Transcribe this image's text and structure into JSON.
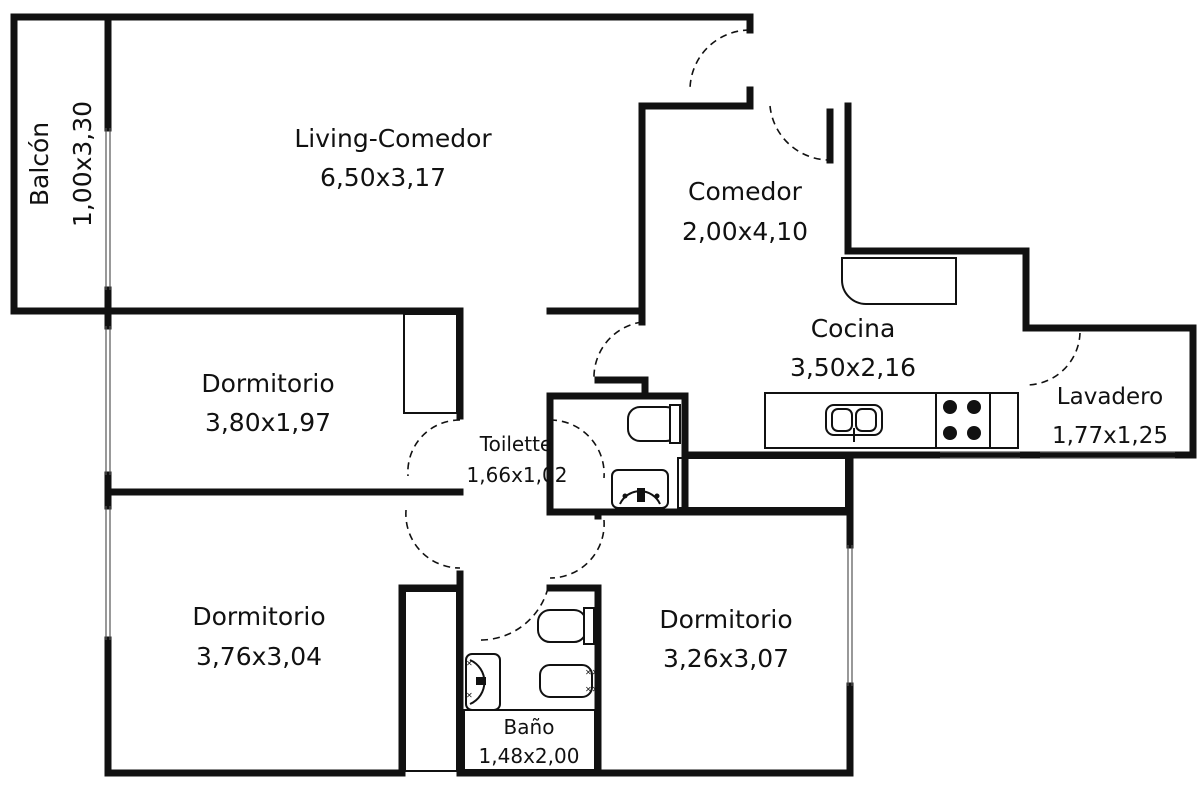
{
  "rooms": {
    "balcon": {
      "name": "Balcón",
      "size": "1,00x3,30"
    },
    "living": {
      "name": "Living-Comedor",
      "size": "6,50x3,17"
    },
    "comedor": {
      "name": "Comedor",
      "size": "2,00x4,10"
    },
    "cocina": {
      "name": "Cocina",
      "size": "3,50x2,16"
    },
    "lavadero": {
      "name": "Lavadero",
      "size": "1,77x1,25"
    },
    "dormitorio_1": {
      "name": "Dormitorio",
      "size": "3,80x1,97"
    },
    "toilette": {
      "name": "Toilette",
      "size": "1,66x1,02"
    },
    "dormitorio_2": {
      "name": "Dormitorio",
      "size": "3,76x3,04"
    },
    "dormitorio_3": {
      "name": "Dormitorio",
      "size": "3,26x3,07"
    },
    "bano": {
      "name": "Baño",
      "size": "1,48x2,00"
    }
  }
}
